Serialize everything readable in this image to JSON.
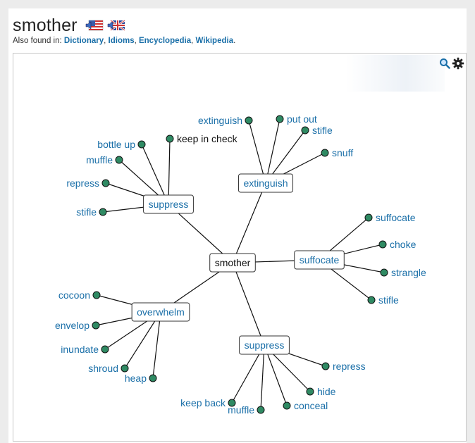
{
  "header": {
    "word": "smother",
    "flags": [
      {
        "icon": "us-flag-speaker-icon"
      },
      {
        "icon": "uk-flag-speaker-icon"
      }
    ],
    "also_found_prefix": "Also found in: ",
    "also_found_links": [
      "Dictionary",
      "Idioms",
      "Encyclopedia",
      "Wikipedia"
    ],
    "also_found_suffix": "."
  },
  "toolbar": {
    "zoom_icon": "magnifier-icon",
    "settings_icon": "gear-icon"
  },
  "colors": {
    "link": "#1a6fa8",
    "leaf_dot": "#2f8a63",
    "edge": "#111111"
  },
  "graph": {
    "center": "smother",
    "groups": [
      {
        "label": "suppress",
        "leaves": [
          "bottle up",
          "keep in check",
          "muffle",
          "repress",
          "stifle"
        ]
      },
      {
        "label": "extinguish",
        "leaves": [
          "extinguish",
          "put out",
          "stifle",
          "snuff"
        ]
      },
      {
        "label": "suffocate",
        "leaves": [
          "suffocate",
          "choke",
          "strangle",
          "stifle"
        ]
      },
      {
        "label": "overwhelm",
        "leaves": [
          "cocoon",
          "envelop",
          "inundate",
          "shroud",
          "heap"
        ]
      },
      {
        "label": "suppress",
        "leaves": [
          "repress",
          "hide",
          "conceal",
          "keep back",
          "muffle"
        ]
      }
    ]
  }
}
